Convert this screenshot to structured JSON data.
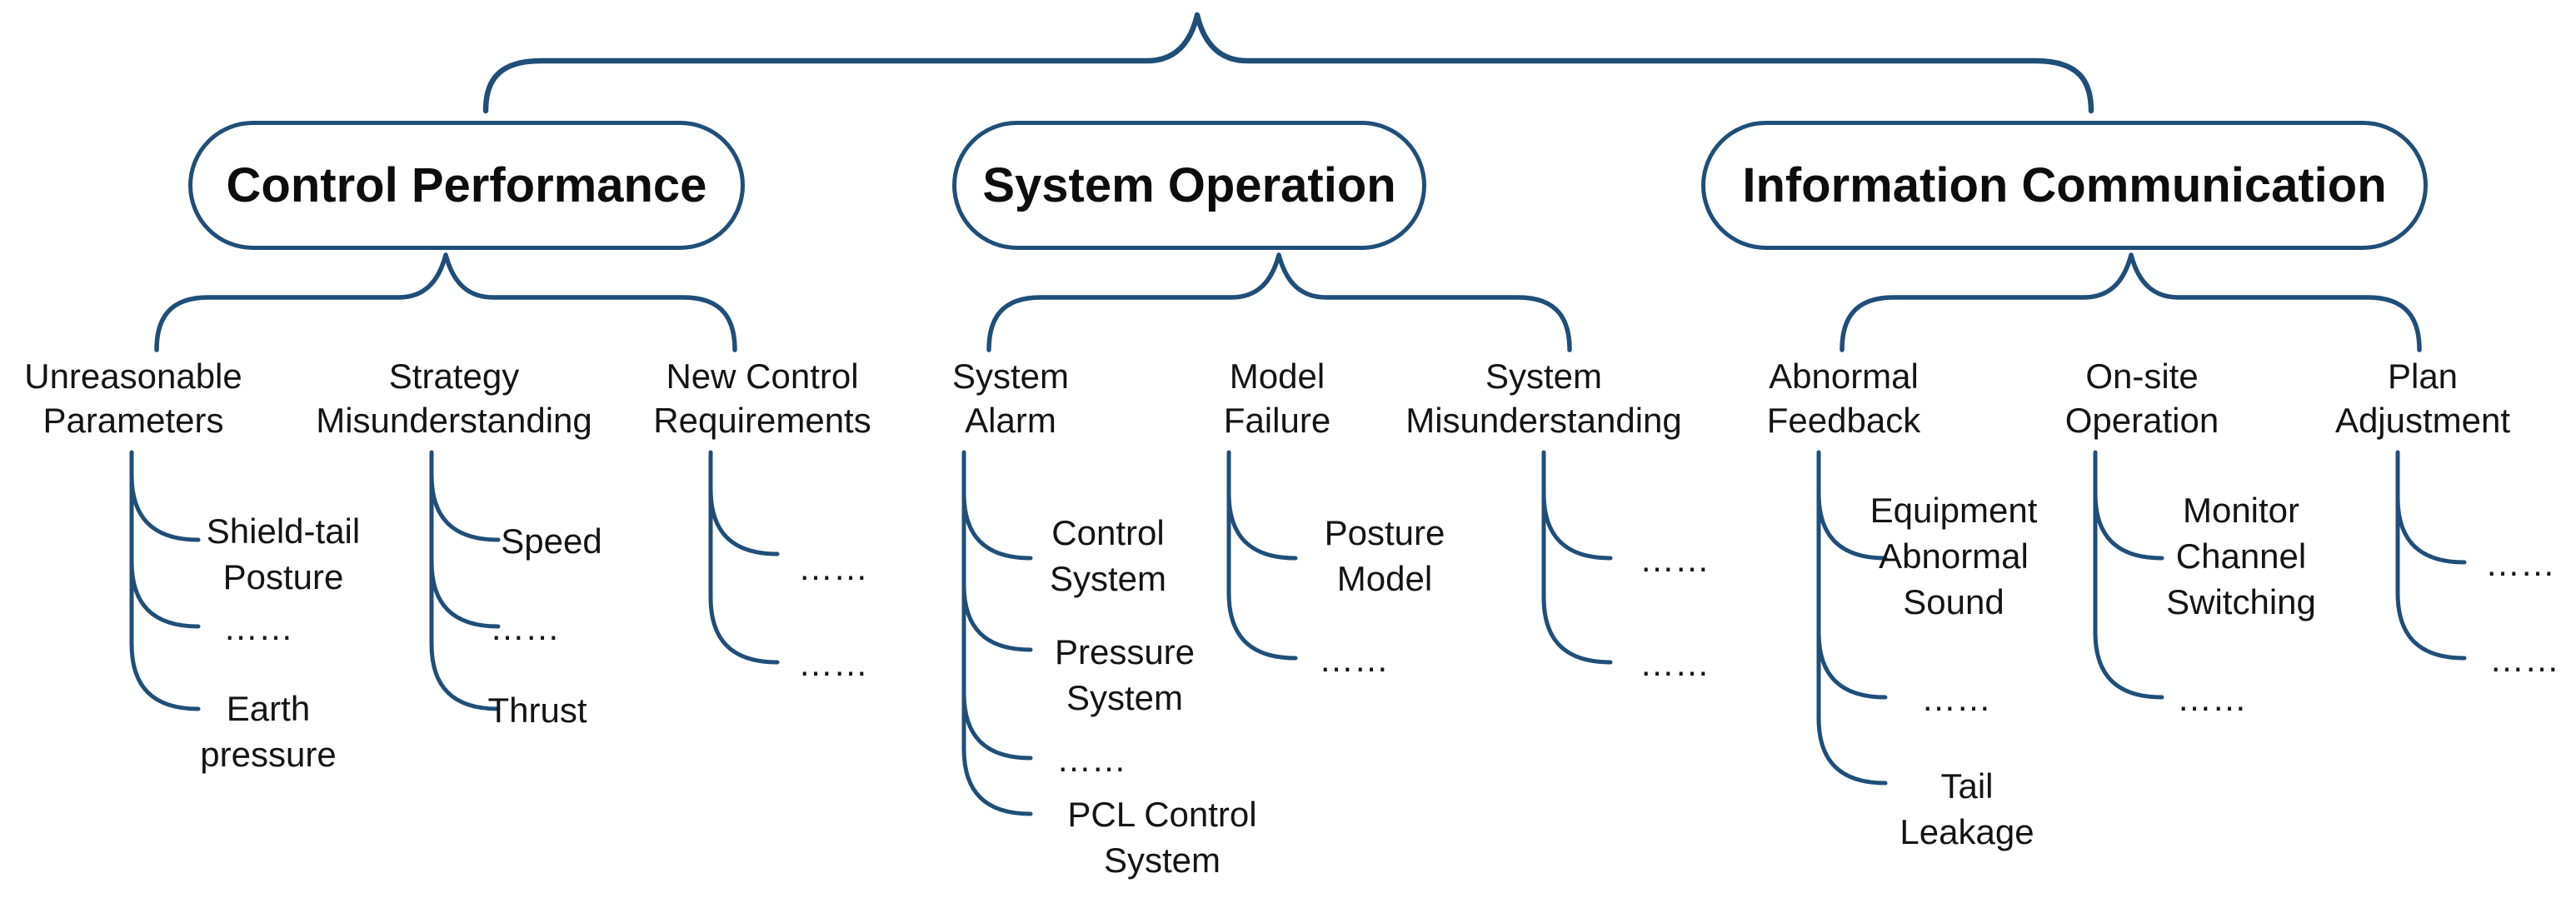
{
  "diagram": {
    "line_color": "#1f4e79",
    "text_color": "#141414",
    "categories": [
      {
        "label": "Control Performance",
        "children": [
          {
            "label": "Unreasonable Parameters",
            "subs": [
              "Shield-tail Posture",
              "……",
              "Earth pressure"
            ]
          },
          {
            "label": "Strategy Misunderstanding",
            "subs": [
              "Speed",
              "……",
              "Thrust"
            ]
          },
          {
            "label": "New Control Requirements",
            "subs": [
              "……",
              "……"
            ]
          }
        ]
      },
      {
        "label": "System Operation",
        "children": [
          {
            "label": "System Alarm",
            "subs": [
              "Control System",
              "Pressure System",
              "……",
              "PCL Control System"
            ]
          },
          {
            "label": "Model Failure",
            "subs": [
              "Posture Model",
              "……"
            ]
          },
          {
            "label": "System Misunderstanding",
            "subs": [
              "……",
              "……"
            ]
          }
        ]
      },
      {
        "label": "Information Communication",
        "children": [
          {
            "label": "Abnormal Feedback",
            "subs": [
              "Equipment Abnormal Sound",
              "……",
              "Tail Leakage"
            ]
          },
          {
            "label": "On-site Operation",
            "subs": [
              "Monitor Channel Switching",
              "……"
            ]
          },
          {
            "label": "Plan Adjustment",
            "subs": [
              "……",
              "……"
            ]
          }
        ]
      }
    ]
  }
}
